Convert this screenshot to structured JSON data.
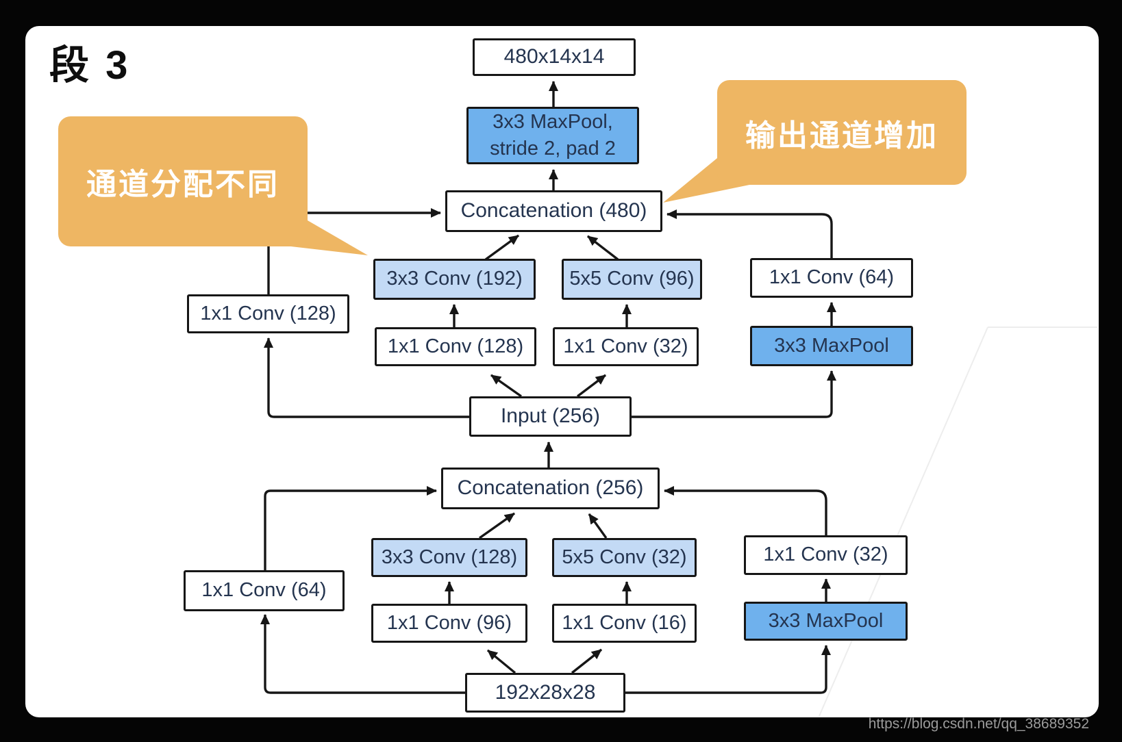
{
  "page": {
    "title": "段 3",
    "watermark": "https://blog.csdn.net/qq_38689352"
  },
  "callouts": {
    "left": "通道分配不同",
    "right": "输出通道增加"
  },
  "colors": {
    "orange": "#eeb663",
    "blue_light": "#c3daf5",
    "blue_med": "#6fb1ed",
    "ink": "#24344f",
    "line": "#161616"
  },
  "inception_top": {
    "output": "480x14x14",
    "maxpool_line1": "3x3 MaxPool,",
    "maxpool_line2": "stride 2, pad 2",
    "concat": "Concatenation (480)",
    "shortcut": "1x1 Conv (128)",
    "conv3": "3x3 Conv (192)",
    "conv5": "5x5 Conv (96)",
    "conv1_right": "1x1 Conv (64)",
    "reduce3": "1x1 Conv (128)",
    "reduce5": "1x1 Conv (32)",
    "pool_branch": "3x3 MaxPool",
    "input": "Input (256)"
  },
  "inception_bottom": {
    "concat": "Concatenation (256)",
    "shortcut": "1x1 Conv (64)",
    "conv3": "3x3 Conv (128)",
    "conv5": "5x5 Conv (32)",
    "conv1_right": "1x1 Conv (32)",
    "reduce3": "1x1 Conv (96)",
    "reduce5": "1x1 Conv (16)",
    "pool_branch": "3x3 MaxPool",
    "input": "192x28x28"
  }
}
